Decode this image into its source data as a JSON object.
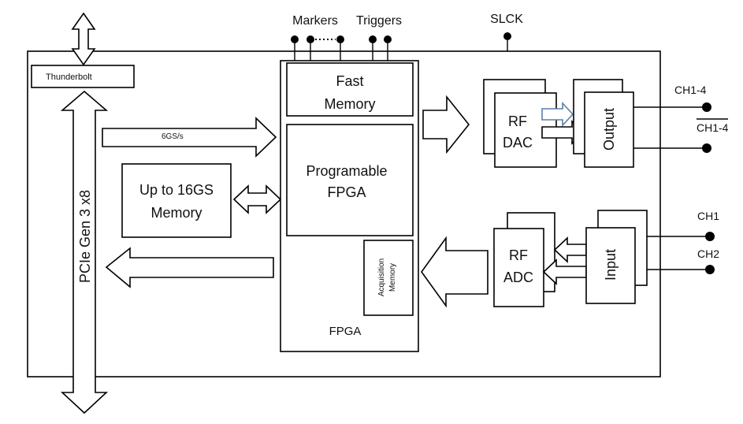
{
  "labels": {
    "markers": "Markers",
    "triggers": "Triggers",
    "slck": "SLCK",
    "thunderbolt": "Thunderbolt",
    "fast_memory_line1": "Fast",
    "fast_memory_line2": "Memory",
    "rate": "6GS/s",
    "programable_line1": "Programable",
    "programable_line2": "FPGA",
    "memory_line1": "Up to 16GS",
    "memory_line2": "Memory",
    "acquisition_line1": "Acquisition",
    "acquisition_line2": "Memory",
    "fpga": "FPGA",
    "pcie": "PCIe Gen 3 x8",
    "rf_dac_line1": "RF",
    "rf_dac_line2": "DAC",
    "output": "Output",
    "rf_adc_line1": "RF",
    "rf_adc_line2": "ADC",
    "input": "Input",
    "ch1_4": "CH1-4",
    "ch1_4_bar": "CH1-4",
    "ch1": "CH1",
    "ch2": "CH2"
  }
}
